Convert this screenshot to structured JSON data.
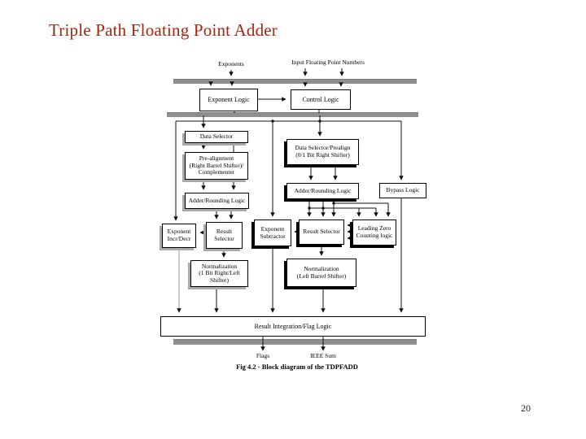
{
  "slide": {
    "title": "Triple Path Floating Point Adder",
    "page_number": "20"
  },
  "colors": {
    "title_text": "#a3260f",
    "bus_bar": "#8f8f8f",
    "line": "#111111"
  },
  "diagram": {
    "caption": "Fig 4.2 - Block diagram of the TDPFADD",
    "io_labels": {
      "exponents": "Exponents",
      "inputs": "Input Floating Point Numbers",
      "flags": "Flags",
      "ieee_sum": "IEEE Sum"
    },
    "nodes": {
      "exponent_logic": {
        "label": "Exponent Logic"
      },
      "control_logic": {
        "label": "Control Logic"
      },
      "data_selector": {
        "label": "Data Selector"
      },
      "pre_alignment": {
        "label": "Pre-alignment\n(Right Barrel Shifter)/\nComplementer"
      },
      "adder_rounding_left": {
        "label": "Adder/Rounding Logic"
      },
      "exponent_incr_decr": {
        "label": "Exponent\nIncr/Decr"
      },
      "result_selector_left": {
        "label": "Result\nSelector"
      },
      "normalization_left": {
        "label": "Normalization\n(1 Bit Right/Left\nShifter)"
      },
      "data_selector_prealign": {
        "label": "Data Selector/Prealign\n(0/1 Bit Right Shifter)"
      },
      "adder_rounding_center": {
        "label": "Adder/Rounding Logic"
      },
      "bypass_logic": {
        "label": "Bypass Logic"
      },
      "exponent_subtractor": {
        "label": "Exponent\nSubtractor"
      },
      "result_selector_center": {
        "label": "Result Selector"
      },
      "leading_zero_counting": {
        "label": "Leading Zero\nCounting logic"
      },
      "normalization_center": {
        "label": "Normalization\n(Left Barrel Shifter)"
      },
      "result_integration": {
        "label": "Result Integration/Flag Logic"
      }
    }
  }
}
